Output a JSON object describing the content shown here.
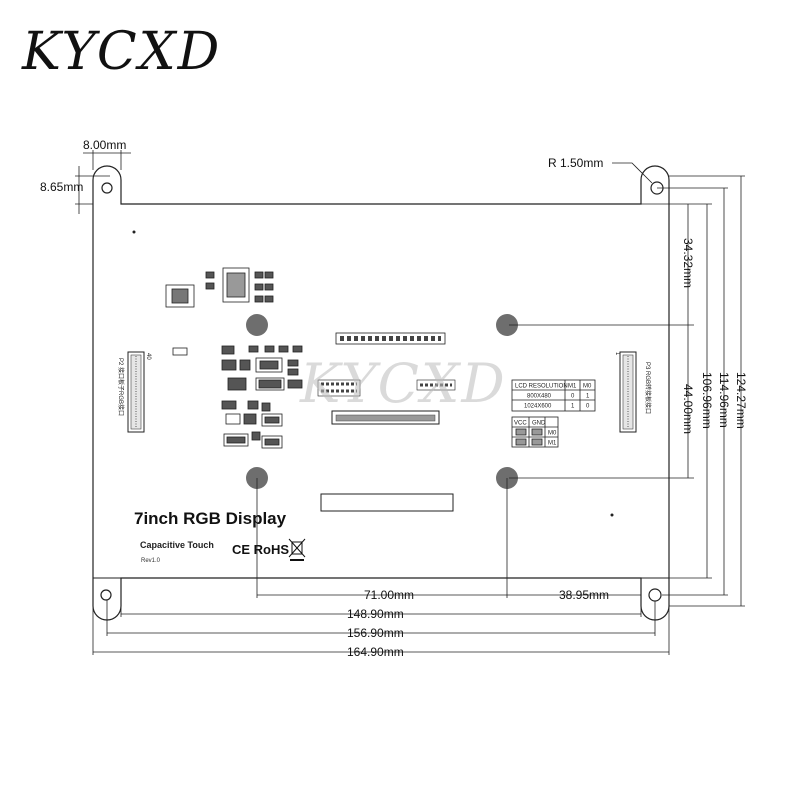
{
  "logo_text": "KYCXD",
  "watermark_text": "KYCXD",
  "board": {
    "title": "7inch RGB Display",
    "subtitle": "Capacitive Touch",
    "revision": "Rev1.0",
    "certifications": "CE RoHS",
    "left_connector_label": "P2 接口板子RGB接口",
    "right_connector_label": "P3 RGB转接板接口",
    "left_connector_pin": "40",
    "right_connector_pin": "1"
  },
  "resolution_table": {
    "headers": [
      "LCD RESOLUTION",
      "M1",
      "M0"
    ],
    "rows": [
      [
        "800X480",
        "0",
        "1"
      ],
      [
        "1024X600",
        "1",
        "0"
      ]
    ]
  },
  "jumper_table": {
    "headers": [
      "VCC",
      "GND"
    ],
    "rows": [
      "M0",
      "M1"
    ]
  },
  "dimensions": {
    "hole_offset_x": "8.00mm",
    "hole_offset_y": "8.65mm",
    "corner_radius": "R 1.50mm",
    "mount_spacing_y": "34.32mm",
    "mount_spacing_y2": "44.00mm",
    "height_inner": "106.96mm",
    "height_mid": "114.96mm",
    "height_total": "124.27mm",
    "mount_spacing_x": "71.00mm",
    "mount_offset_x": "38.95mm",
    "width_inner": "148.90mm",
    "width_mid": "156.90mm",
    "width_total": "164.90mm"
  }
}
